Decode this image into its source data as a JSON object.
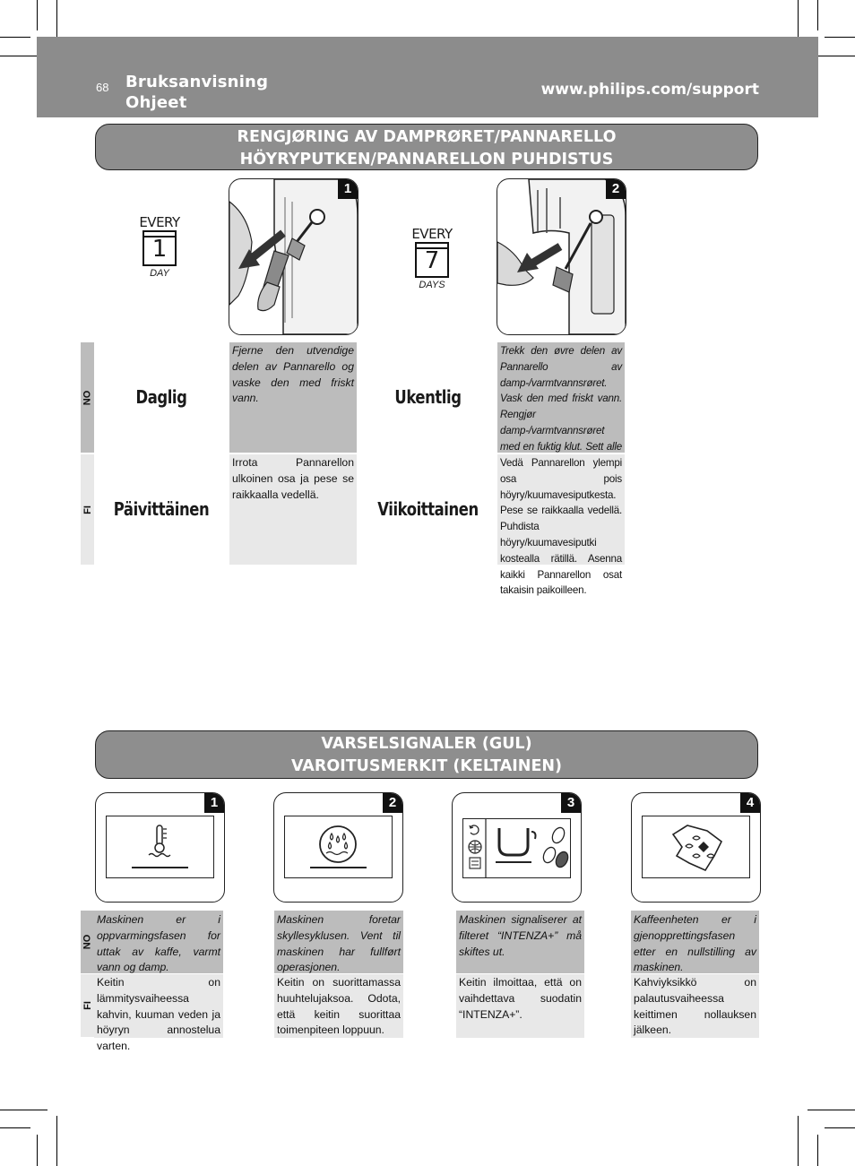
{
  "header": {
    "page_number": "68",
    "title_no": "Bruksanvisning",
    "title_fi": "Ohjeet",
    "url": "www.philips.com/support"
  },
  "cleaning": {
    "heading_line1": "RENGJØRING AV DAMPRØRET/PANNARELLO",
    "heading_line2": "HÖYRYPUTKEN/PANNARELLON PUHDISTUS",
    "lang_no": "NO",
    "lang_fi": "FI",
    "items": [
      {
        "step": "1",
        "every": "EVERY",
        "count": "1",
        "unit": "DAY",
        "freq_no": "Daglig",
        "freq_fi": "Päivittäinen",
        "text_no": "Fjerne den utvendige delen av Pannarello og vaske den med friskt vann.",
        "text_fi": "Irrota Pannarellon ulkoinen osa ja pese se raikkaalla vedellä."
      },
      {
        "step": "2",
        "every": "EVERY",
        "count": "7",
        "unit": "DAYS",
        "freq_no": "Ukentlig",
        "freq_fi": "Viikoittainen",
        "text_no": "Trekk den øvre delen av Pannarello av damp-/varmtvannsrøret. Vask den med friskt vann. Rengjør damp-/varmtvannsrøret med en fuktig klut. Sett alle delene av Pannarello på plass igjen.",
        "text_fi": "Vedä Pannarellon ylempi osa pois höyry/kuumavesiputkesta. Pese se raikkaalla vedellä. Puhdista höyry/kuumavesiputki kostealla rätillä. Asenna kaikki Pannarellon osat takaisin paikoilleen."
      }
    ]
  },
  "warnings": {
    "heading_line1": "VARSELSIGNALER (GUL)",
    "heading_line2": "VAROITUSMERKIT (KELTAINEN)",
    "lang_no": "NO",
    "lang_fi": "FI",
    "items": [
      {
        "step": "1",
        "icon": "thermometer-icon",
        "text_no": "Maskinen er i oppvarmingsfasen for uttak av kaffe, varmt vann og damp.",
        "text_fi": "Keitin on lämmitysvaiheessa kahvin, kuuman veden ja höyryn annostelua varten."
      },
      {
        "step": "2",
        "icon": "rinse-cycle-icon",
        "text_no": "Maskinen foretar skyllesyklusen. Vent til maskinen har fullført operasjonen.",
        "text_fi": "Keitin on suorittamassa huuhtelujaksoa. Odota, että keitin suorittaa toimenpiteen loppuun."
      },
      {
        "step": "3",
        "icon": "filter-intenza-icon",
        "text_no": "Maskinen signaliserer at filteret “INTENZA+” må skiftes ut.",
        "text_fi": "Keitin ilmoittaa, että on vaihdettava suodatin “INTENZA+”."
      },
      {
        "step": "4",
        "icon": "coffee-grounds-reset-icon",
        "text_no": "Kaffeenheten er i gjenopprettingsfasen etter en nullstilling av maskinen.",
        "text_fi": "Kahviyksikkö on palautusvaiheessa keittimen nollauksen jälkeen."
      }
    ]
  },
  "colors": {
    "header_bg": "#8c8c8c",
    "banner_bg": "#8e8e8e",
    "no_bg": "#bcbcbc",
    "fi_bg": "#e8e8e8"
  }
}
